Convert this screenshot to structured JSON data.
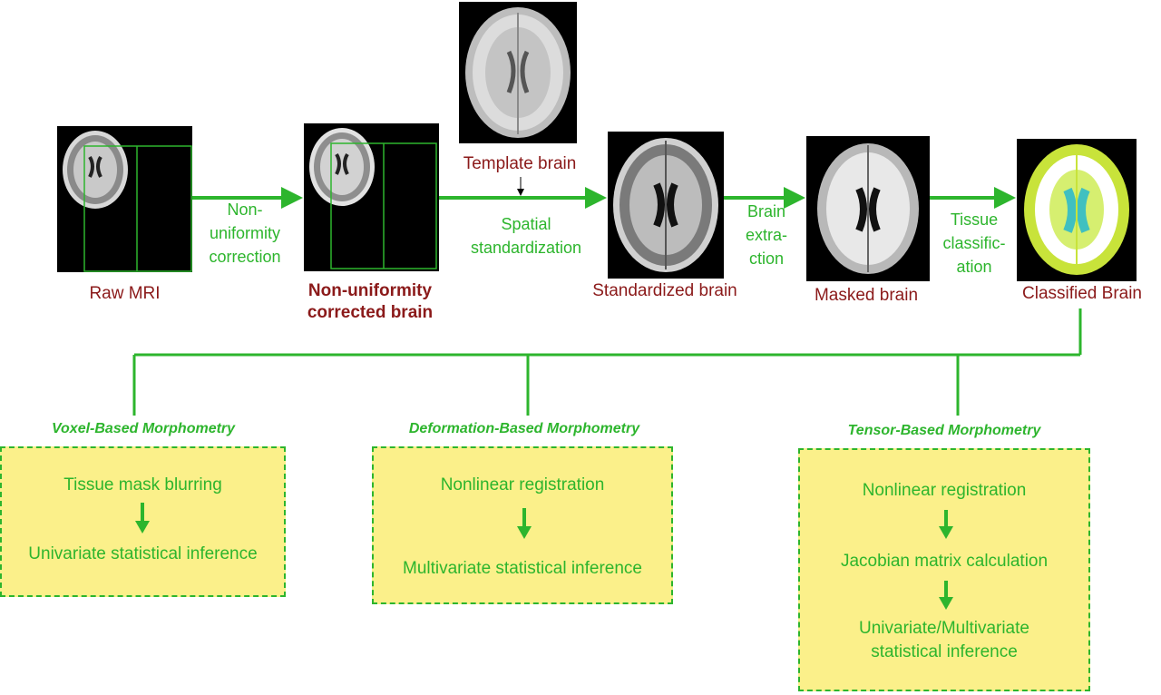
{
  "pipeline": {
    "raw_mri": "Raw MRI",
    "step1": [
      "Non-",
      "uniformity",
      "correction"
    ],
    "nu_corrected": [
      "Non-uniformity",
      "corrected brain"
    ],
    "template": "Template brain",
    "step2": [
      "Spatial",
      "standardization"
    ],
    "standardized": "Standardized brain",
    "step3": [
      "Brain",
      "extra-",
      "ction"
    ],
    "masked": "Masked brain",
    "step4": [
      "Tissue",
      "classific-",
      "ation"
    ],
    "classified": "Classified Brain"
  },
  "methods": {
    "vbm": {
      "title": "Voxel-Based Morphometry",
      "steps": [
        "Tissue mask blurring",
        "Univariate statistical inference"
      ]
    },
    "dbm": {
      "title": "Deformation-Based Morphometry",
      "steps": [
        "Nonlinear registration",
        "Multivariate statistical inference"
      ]
    },
    "tbm": {
      "title": "Tensor-Based Morphometry",
      "steps": [
        "Nonlinear registration",
        "Jacobian matrix calculation",
        "Univariate/Multivariate",
        "statistical inference"
      ]
    }
  },
  "colors": {
    "green": "#2db52d",
    "caption": "#8b1a1a",
    "box": "#fbf08a"
  }
}
